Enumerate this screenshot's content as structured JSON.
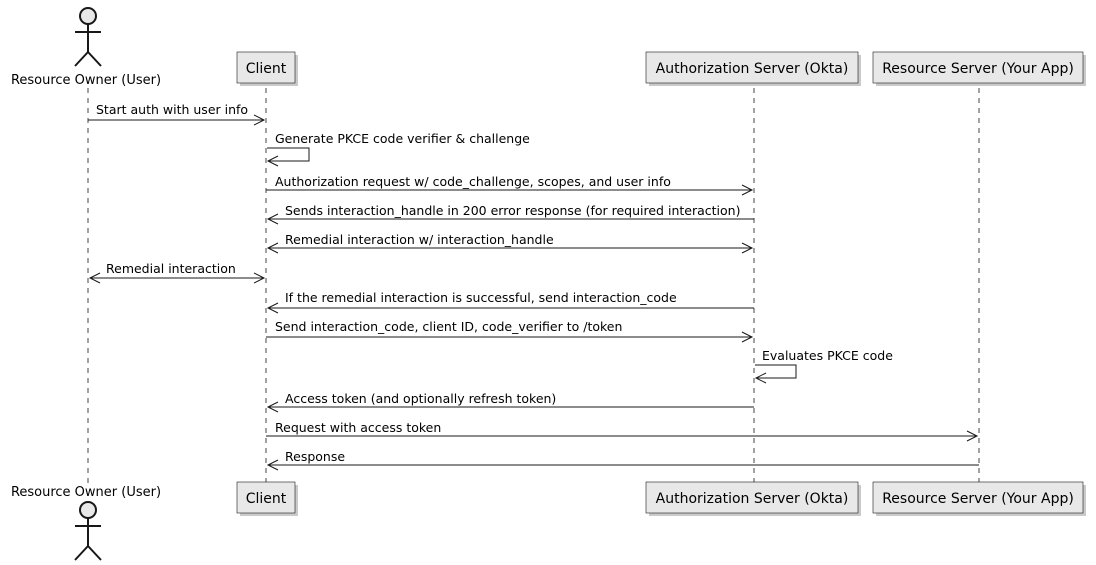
{
  "participants": [
    {
      "id": "user",
      "label": "Resource Owner (User)",
      "kind": "actor"
    },
    {
      "id": "client",
      "label": "Client",
      "kind": "participant"
    },
    {
      "id": "authz",
      "label": "Authorization Server (Okta)",
      "kind": "participant"
    },
    {
      "id": "resource",
      "label": "Resource Server (Your App)",
      "kind": "participant"
    }
  ],
  "messages": [
    {
      "from": "user",
      "to": "client",
      "label": "Start auth with user info",
      "arrow": "forward"
    },
    {
      "from": "client",
      "to": "client",
      "label": "Generate PKCE code verifier & challenge",
      "arrow": "self"
    },
    {
      "from": "client",
      "to": "authz",
      "label": "Authorization request w/ code_challenge, scopes, and user info",
      "arrow": "forward"
    },
    {
      "from": "authz",
      "to": "client",
      "label": "Sends interaction_handle in 200 error response (for required interaction)",
      "arrow": "forward"
    },
    {
      "from": "client",
      "to": "authz",
      "label": "Remedial interaction w/ interaction_handle",
      "arrow": "both"
    },
    {
      "from": "user",
      "to": "client",
      "label": "Remedial interaction",
      "arrow": "both"
    },
    {
      "from": "authz",
      "to": "client",
      "label": "If the remedial interaction is successful, send interaction_code",
      "arrow": "forward"
    },
    {
      "from": "client",
      "to": "authz",
      "label": "Send interaction_code, client ID, code_verifier to /token",
      "arrow": "forward"
    },
    {
      "from": "authz",
      "to": "authz",
      "label": "Evaluates PKCE code",
      "arrow": "self"
    },
    {
      "from": "authz",
      "to": "client",
      "label": "Access token (and optionally refresh token)",
      "arrow": "forward"
    },
    {
      "from": "client",
      "to": "resource",
      "label": "Request with access token",
      "arrow": "forward"
    },
    {
      "from": "resource",
      "to": "client",
      "label": "Response",
      "arrow": "forward"
    }
  ]
}
